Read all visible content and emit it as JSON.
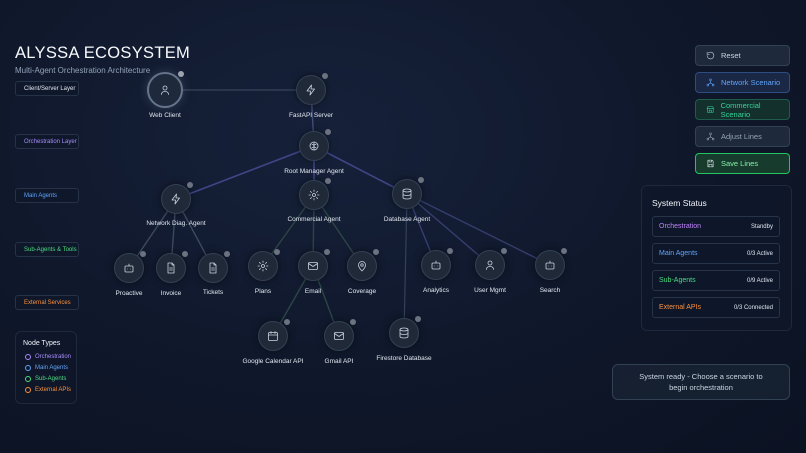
{
  "header": {
    "title": "ALYSSA ECOSYSTEM",
    "subtitle": "Multi-Agent Orchestration Architecture"
  },
  "layers": [
    {
      "label": "Client/Server Layer",
      "color": "#e2e8f0"
    },
    {
      "label": "Orchestration Layer",
      "color": "#a78bfa"
    },
    {
      "label": "Main Agents",
      "color": "#60a5fa"
    },
    {
      "label": "Sub-Agents & Tools",
      "color": "#4ade80"
    },
    {
      "label": "External Services",
      "color": "#fb923c"
    }
  ],
  "nodes": {
    "web_client": "Web Client",
    "fastapi": "FastAPI Server",
    "root": "Root Manager Agent",
    "network": "Network Diag. Agent",
    "commercial": "Commercial Agent",
    "database": "Database Agent",
    "proactive": "Proactive",
    "invoice": "Invoice",
    "tickets": "Tickets",
    "plans": "Plans",
    "email": "Email",
    "coverage": "Coverage",
    "analytics": "Analytics",
    "user_mgmt": "User Mgmt",
    "search": "Search",
    "gcal": "Google Calendar API",
    "gmail": "Gmail API",
    "firestore": "Firestore Database"
  },
  "legend": {
    "title": "Node Types",
    "items": [
      {
        "label": "Orchestration",
        "color": "#a78bfa"
      },
      {
        "label": "Main Agents",
        "color": "#60a5fa"
      },
      {
        "label": "Sub-Agents",
        "color": "#4ade80"
      },
      {
        "label": "External APIs",
        "color": "#fb923c"
      }
    ]
  },
  "controls": {
    "reset": "Reset",
    "network": "Network Scenario",
    "commercial": "Commercial Scenario",
    "adjust": "Adjust Lines",
    "save": "Save Lines"
  },
  "status": {
    "title": "System Status",
    "rows": [
      {
        "label": "Orchestration",
        "value": "Standby",
        "color": "#c084fc"
      },
      {
        "label": "Main Agents",
        "value": "0/3 Active",
        "color": "#60a5fa"
      },
      {
        "label": "Sub-Agents",
        "value": "0/9 Active",
        "color": "#4ade80"
      },
      {
        "label": "External APIs",
        "value": "0/3 Connected",
        "color": "#fb923c"
      }
    ]
  },
  "message": "System ready - Choose a scenario to begin orchestration",
  "icons": {
    "web_client": "user-icon",
    "fastapi": "bolt-icon",
    "root": "brain-icon",
    "network": "bolt-icon",
    "commercial": "gear-icon",
    "database": "database-icon",
    "proactive": "bot-icon",
    "invoice": "file-icon",
    "tickets": "file-icon",
    "plans": "gear-icon",
    "email": "mail-icon",
    "coverage": "pin-icon",
    "analytics": "bot-icon",
    "user_mgmt": "user-icon",
    "search": "bot-icon",
    "gcal": "calendar-icon",
    "gmail": "mail-icon",
    "firestore": "database-icon"
  }
}
